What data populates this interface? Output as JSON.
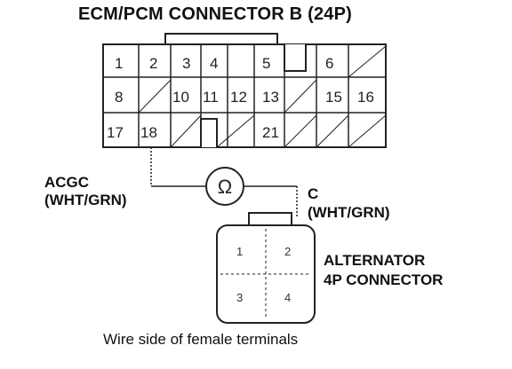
{
  "title": "ECM/PCM CONNECTOR B (24P)",
  "ecm_connector": {
    "pins": [
      "1",
      "2",
      "3",
      "4",
      "5",
      "6",
      "8",
      "10",
      "11",
      "12",
      "13",
      "15",
      "16",
      "17",
      "18",
      "21"
    ]
  },
  "ohmmeter_symbol": "Ω",
  "probe_left": {
    "line1": "ACGC",
    "line2": "(WHT/GRN)"
  },
  "probe_right": {
    "line1": "C",
    "line2": "(WHT/GRN)"
  },
  "alternator": {
    "line1": "ALTERNATOR",
    "line2": "4P CONNECTOR",
    "pins": [
      "1",
      "2",
      "3",
      "4"
    ]
  },
  "caption": "Wire side of female terminals"
}
